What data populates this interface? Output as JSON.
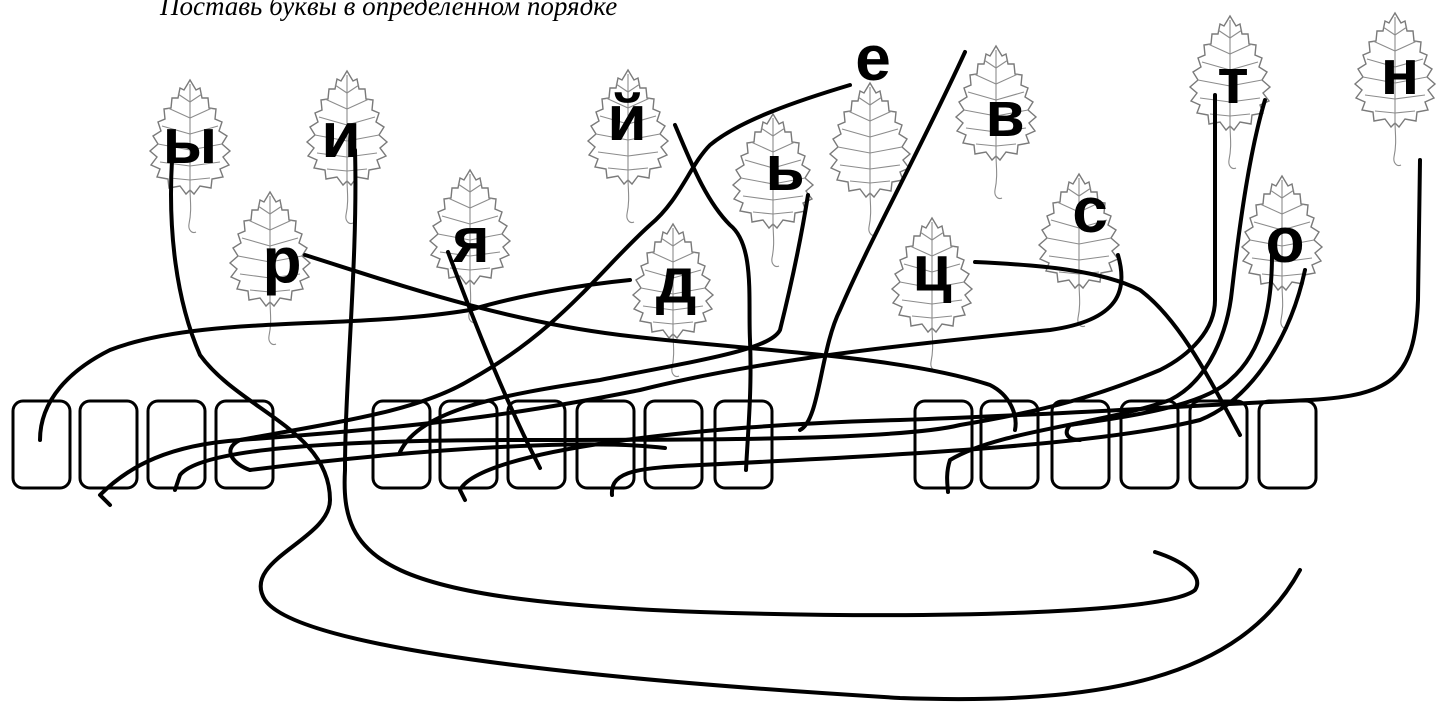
{
  "instruction": "Поставь буквы в определенном порядке",
  "leaves": [
    {
      "id": "leaf-y",
      "letter": "ы"
    },
    {
      "id": "leaf-i",
      "letter": "и"
    },
    {
      "id": "leaf-r",
      "letter": "р"
    },
    {
      "id": "leaf-ya",
      "letter": "я"
    },
    {
      "id": "leaf-j",
      "letter": "й"
    },
    {
      "id": "leaf-soft",
      "letter": "ь"
    },
    {
      "id": "leaf-d",
      "letter": "д"
    },
    {
      "id": "leaf-blank",
      "letter": ""
    },
    {
      "id": "leaf-e",
      "letter": "е"
    },
    {
      "id": "leaf-v",
      "letter": "в"
    },
    {
      "id": "leaf-ts",
      "letter": "ц"
    },
    {
      "id": "leaf-s",
      "letter": "с"
    },
    {
      "id": "leaf-t",
      "letter": "т"
    },
    {
      "id": "leaf-o",
      "letter": "о"
    },
    {
      "id": "leaf-n",
      "letter": "н"
    }
  ],
  "answer_words": [
    {
      "slots": 4
    },
    {
      "slots": 6
    },
    {
      "slots": 6
    }
  ]
}
